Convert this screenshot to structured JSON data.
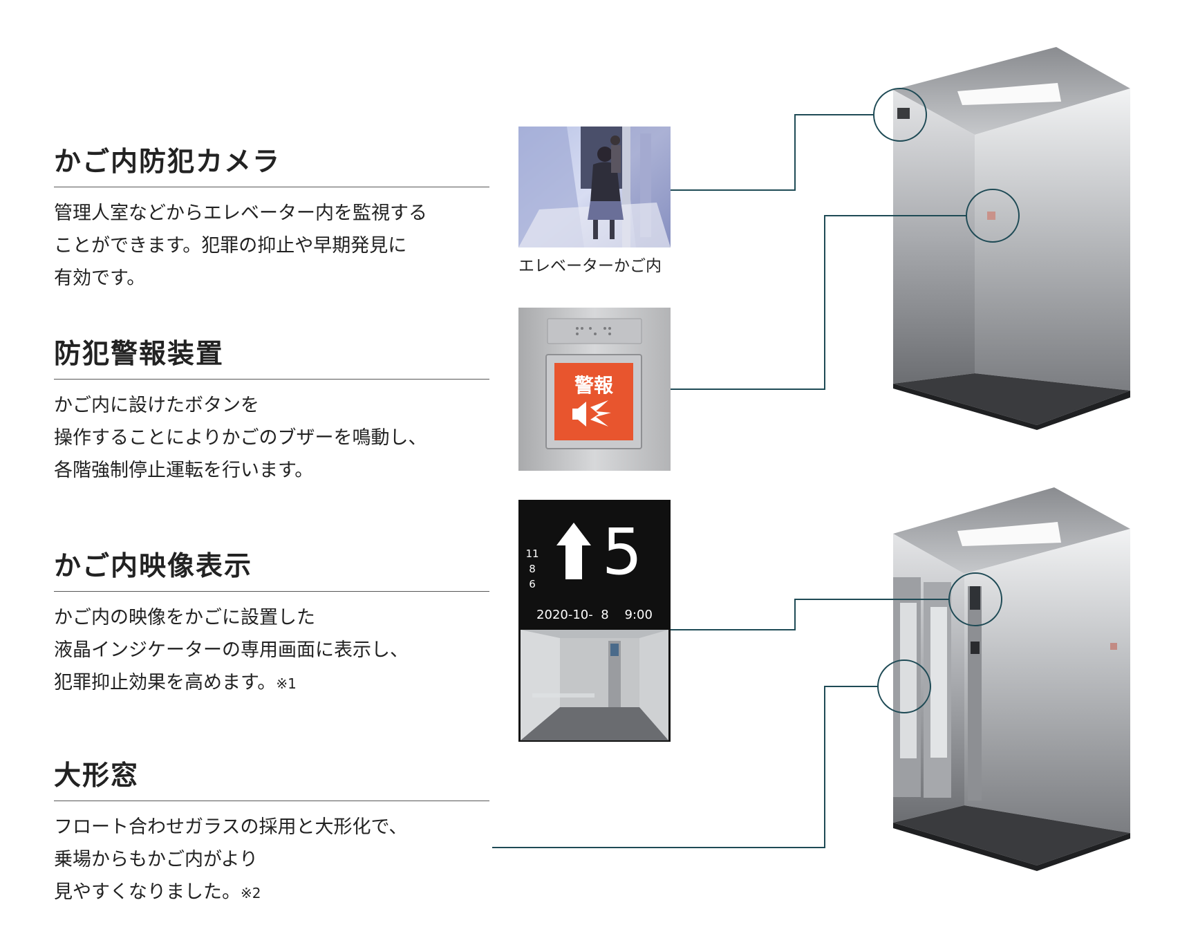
{
  "features": [
    {
      "title": "かご内防犯カメラ",
      "body": "管理人室などからエレベーター内を監視する\nことができます。犯罪の抑止や早期発見に\n有効です。"
    },
    {
      "title": "防犯警報装置",
      "body": "かご内に設けたボタンを\n操作することによりかごのブザーを鳴動し、\n各階強制停止運転を行います。"
    },
    {
      "title": "かご内映像表示",
      "body": "かご内の映像をかごに設置した\n液晶インジケーターの専用画面に表示し、\n犯罪抑止効果を高めます。",
      "note": "※1"
    },
    {
      "title": "大形窓",
      "body": "フロート合わせガラスの採用と大形化で、\n乗場からもかご内がより\n見やすくなりました。",
      "note": "※2"
    }
  ],
  "camera_photo": {
    "caption": "エレベーターかご内"
  },
  "alarm_button": {
    "label": "警報"
  },
  "lcd_indicator": {
    "floor": "5",
    "direction_icon": "up-arrow-icon",
    "floor_list": [
      "11",
      "8",
      "6"
    ],
    "datetime": "2020-10-  8    9:00"
  },
  "colors": {
    "leader_line": "#1e4a55",
    "alarm_red": "#e8552e",
    "lcd_bg": "#101010"
  }
}
